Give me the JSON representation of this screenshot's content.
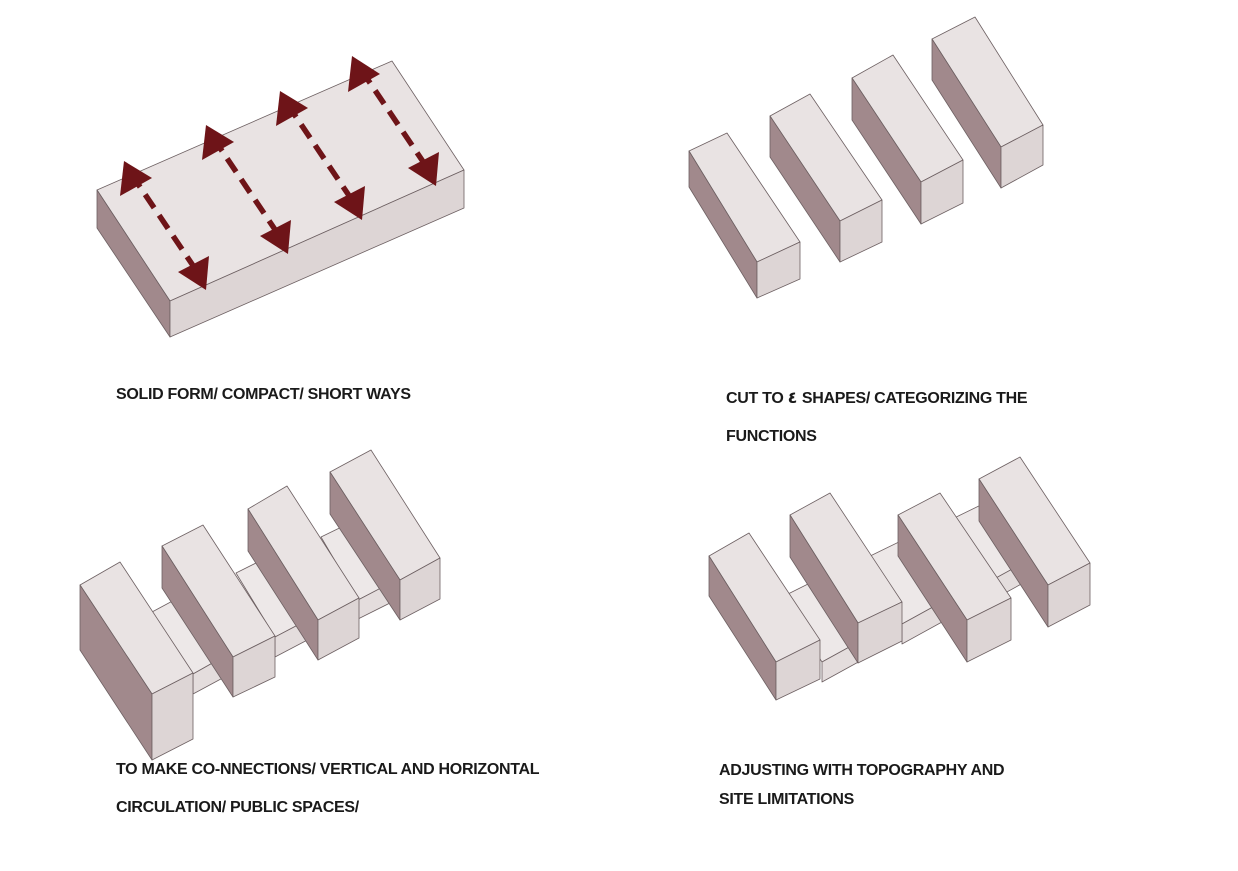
{
  "diagram": {
    "panels": [
      {
        "id": "solid-form",
        "caption_lines": [
          "SOLID FORM/ COMPACT/  SHORT WAYS"
        ]
      },
      {
        "id": "cut-shapes",
        "caption_lines": [
          "CUT TO ٤ SHAPES/ CATEGORIZING THE",
          "FUNCTIONS"
        ]
      },
      {
        "id": "connections",
        "caption_lines": [
          "TO MAKE CO-NNECTIONS/ VERTICAL AND HORIZONTAL",
          "CIRCULATION/  PUBLIC SPACES/"
        ]
      },
      {
        "id": "topography",
        "caption_lines": [
          "ADJUSTING WITH TOPOGRAPHY AND",
          "SITE LIMITATIONS"
        ]
      }
    ],
    "colors": {
      "top_face": "#e9e3e3",
      "side_face": "#a1898c",
      "front_face": "#ddd5d5",
      "arrow": "#6e1418"
    }
  }
}
